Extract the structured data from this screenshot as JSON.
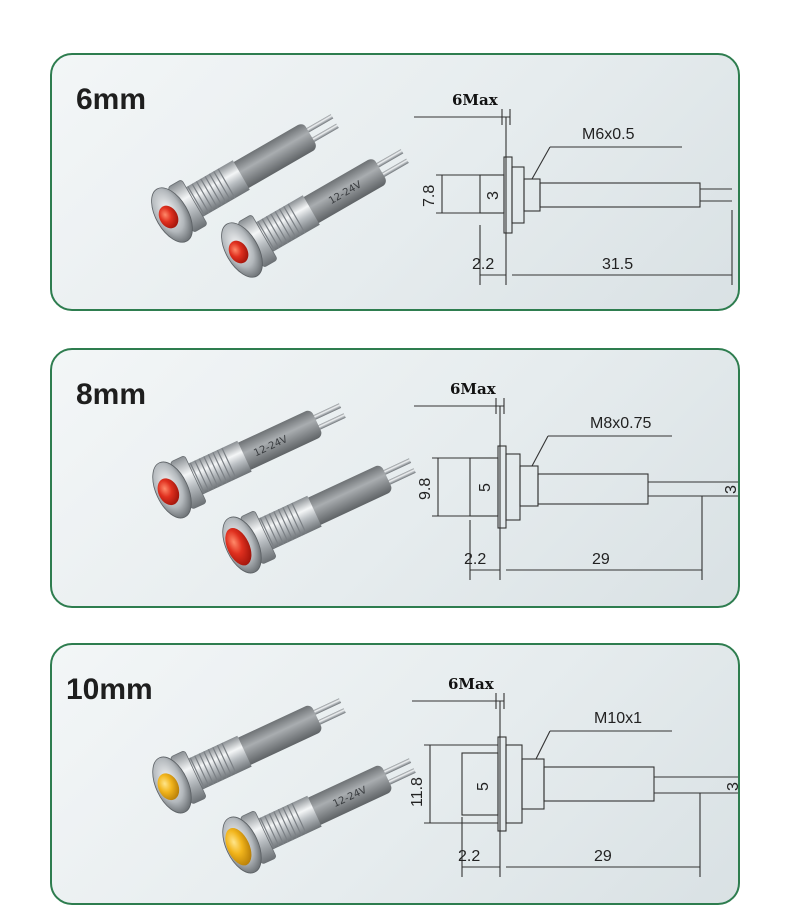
{
  "colors": {
    "border": "#2e7d4f",
    "red_led": "#d8261b",
    "yellow_led": "#f0b21a"
  },
  "panels": [
    {
      "size_label": "6mm",
      "led_color": "red",
      "body_marking": "12-24V",
      "dimensions": {
        "max_label": "6Max",
        "thread": "M6x0.5",
        "height": "7.8",
        "cap": "3",
        "flange": "2.2",
        "length": "31.5"
      }
    },
    {
      "size_label": "8mm",
      "led_color": "red",
      "body_marking": "12-24V",
      "dimensions": {
        "max_label": "6Max",
        "thread": "M8x0.75",
        "height": "9.8",
        "cap": "5",
        "flange": "2.2",
        "length": "29",
        "pin": "3"
      }
    },
    {
      "size_label": "10mm",
      "led_color": "yellow",
      "body_marking": "12-24V",
      "dimensions": {
        "max_label": "6Max",
        "thread": "M10x1",
        "height": "11.8",
        "cap": "5",
        "flange": "2.2",
        "length": "29",
        "pin": "3"
      }
    }
  ]
}
